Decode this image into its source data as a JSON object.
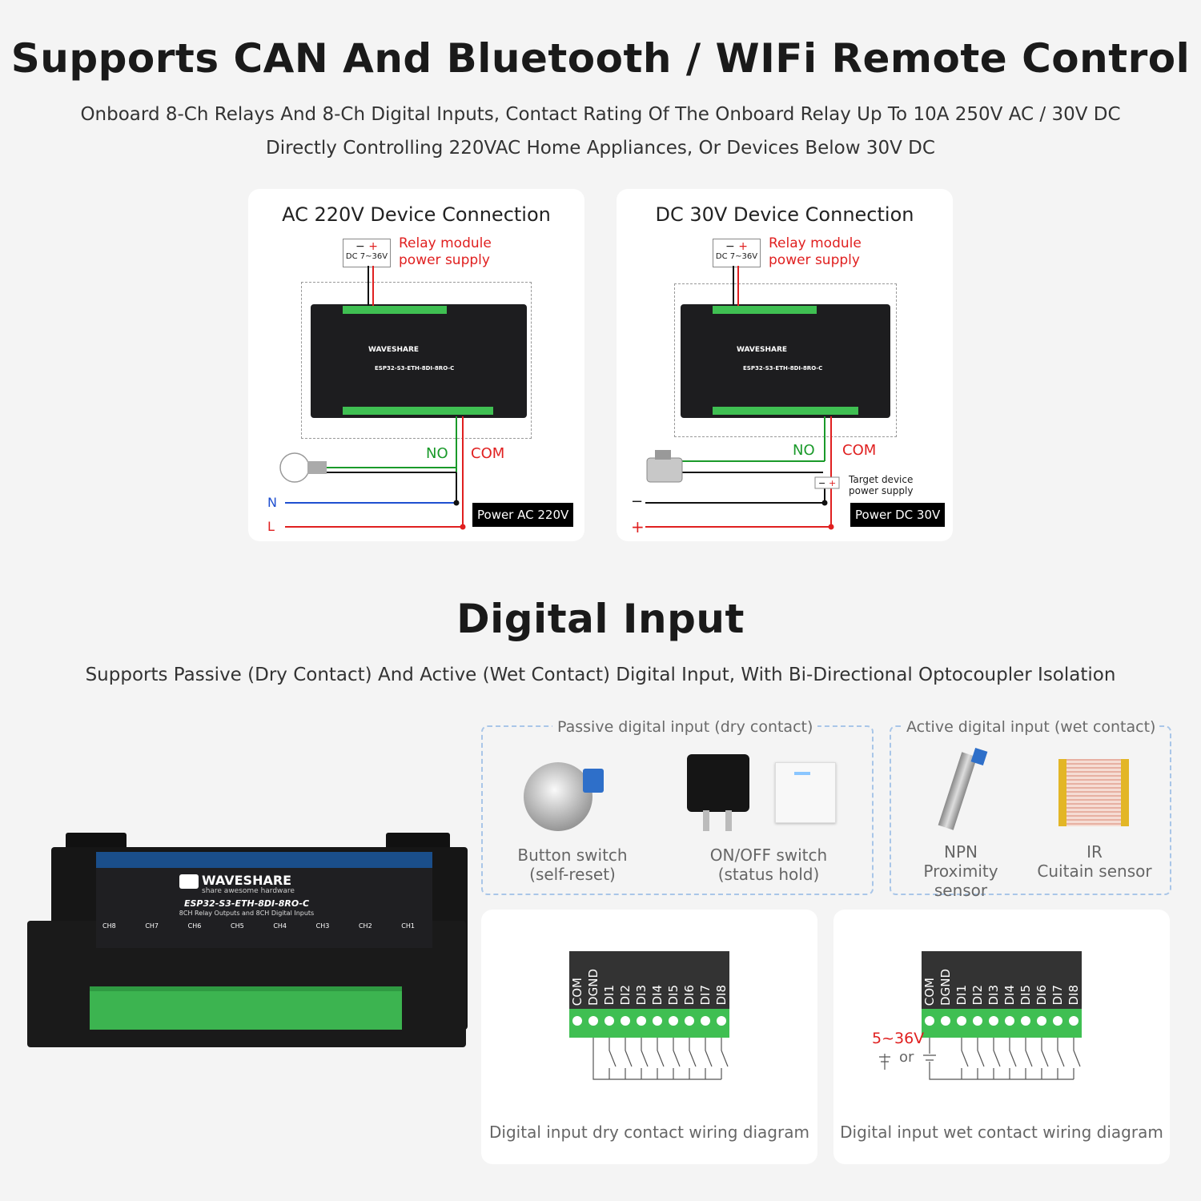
{
  "header": {
    "title": "Supports CAN And Bluetooth / WIFi Remote Control",
    "line1": "Onboard 8-Ch Relays And 8-Ch Digital Inputs, Contact Rating Of The Onboard Relay Up To 10A 250V AC / 30V DC",
    "line2": "Directly Controlling 220VAC Home Appliances, Or Devices Below 30V DC"
  },
  "ac_card": {
    "title": "AC 220V Device Connection",
    "dc_tag": "DC 7~36V",
    "supply_label_1": "Relay module",
    "supply_label_2": "power supply",
    "no": "NO",
    "com": "COM",
    "n": "N",
    "l": "L",
    "power": "Power AC 220V"
  },
  "dc_card": {
    "title": "DC 30V Device Connection",
    "dc_tag": "DC 7~36V",
    "supply_label_1": "Relay module",
    "supply_label_2": "power supply",
    "no": "NO",
    "com": "COM",
    "target_1": "Target device",
    "target_2": "power supply",
    "minus": "−",
    "plus": "+",
    "power": "Power DC 30V"
  },
  "board": {
    "brand": "WAVESHARE",
    "tagline": "share awesome hardware",
    "model": "ESP32-S3-ETH-8DI-8RO-C",
    "desc": "8CH Relay Outputs and 8CH Digital Inputs",
    "channels": [
      "CH8",
      "CH7",
      "CH6",
      "CH5",
      "CH4",
      "CH3",
      "CH2",
      "CH1"
    ]
  },
  "digital": {
    "title": "Digital Input",
    "subtitle": "Supports Passive (Dry Contact) And Active (Wet Contact) Digital Input, With Bi-Directional Optocoupler Isolation",
    "passive_title": "Passive digital input (dry contact)",
    "active_title": "Active digital input (wet contact)",
    "button_1": "Button switch",
    "button_2": "(self-reset)",
    "onoff_1": "ON/OFF switch",
    "onoff_2": "(status hold)",
    "npn_1": "NPN",
    "npn_2": "Proximity sensor",
    "ir_1": "IR",
    "ir_2": "Cuitain sensor",
    "pins": [
      "COM",
      "DGND",
      "DI1",
      "DI2",
      "DI3",
      "DI4",
      "DI5",
      "DI6",
      "DI7",
      "DI8"
    ],
    "voltage": "5~36V",
    "or": "or",
    "dry_caption": "Digital input dry contact wiring diagram",
    "wet_caption": "Digital input wet contact wiring diagram"
  }
}
